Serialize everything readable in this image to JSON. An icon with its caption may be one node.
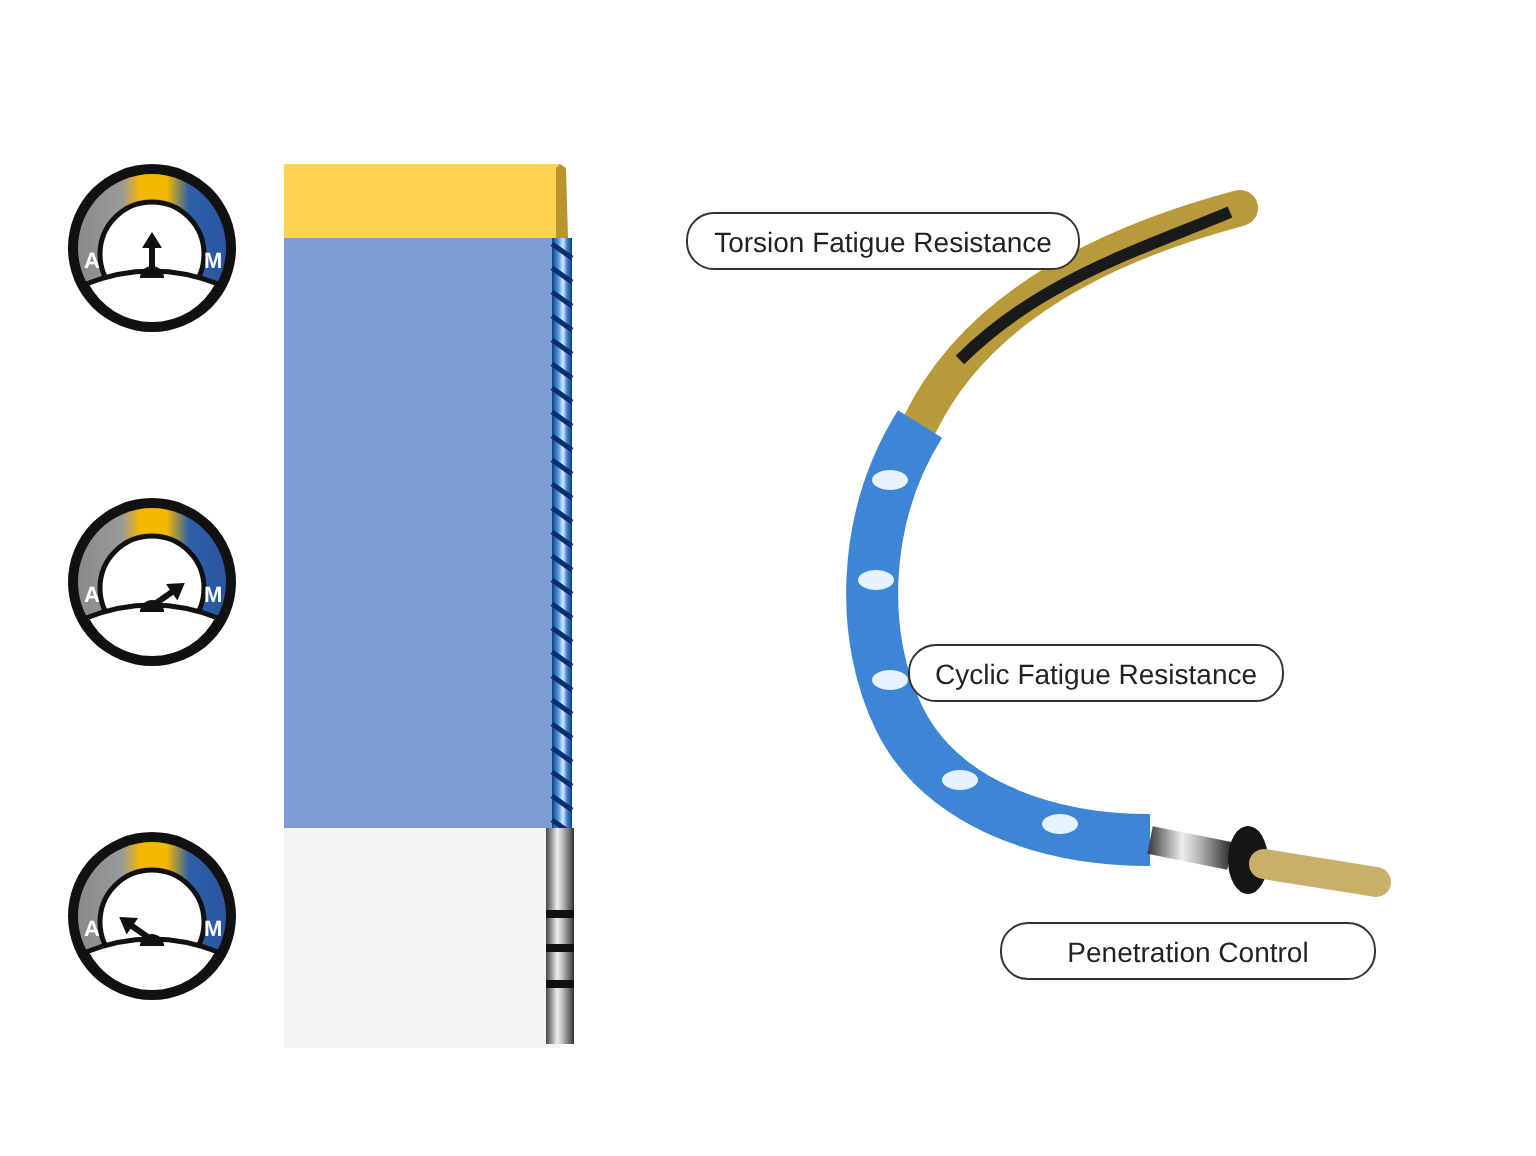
{
  "diagram": {
    "nodes": [
      {
        "text": [
          "Torsion Fatigue Resistance"
        ]
      },
      {
        "text": [
          "Cyclic Fatigue Resistance"
        ]
      },
      {
        "text": [
          "Penetration Control"
        ]
      }
    ],
    "labels": [
      "A",
      "M",
      "A",
      "M",
      "A",
      "M"
    ]
  }
}
